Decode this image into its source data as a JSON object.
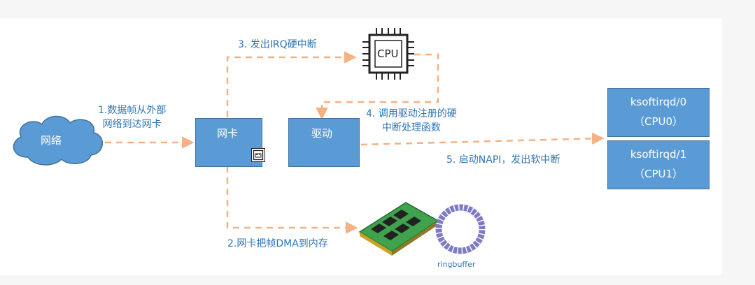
{
  "nodes": {
    "network": "网络",
    "nic": "网卡",
    "driver": "驱动",
    "cpu": "CPU",
    "ksoftirqd0": {
      "name": "ksoftirqd/0",
      "cpu": "（CPU0）"
    },
    "ksoftirqd1": {
      "name": "ksoftirqd/1",
      "cpu": "（CPU1）"
    },
    "ringbuffer": "ringbuffer"
  },
  "steps": {
    "step1": [
      "1.数据帧从外部",
      "网络到达网卡"
    ],
    "step2": "2.网卡把帧DMA到内存",
    "step3": "3. 发出IRQ硬中断",
    "step4": [
      "4. 调用驱动注册的硬",
      "中断处理函数"
    ],
    "step5": "5. 启动NAPI，发出软中断"
  },
  "icons": [
    "cloud-icon",
    "cpu-chip-icon",
    "ethernet-port-icon",
    "memory-module-icon",
    "ringbuffer-icon"
  ],
  "colors": {
    "box_fill": "#5b9bd5",
    "box_border": "#41719c",
    "arrow": "#f4b183",
    "label_text": "#2e74b5",
    "memory_board": "#3fa34d"
  }
}
